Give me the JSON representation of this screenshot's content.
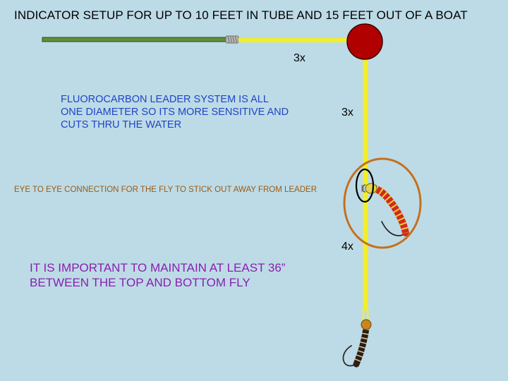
{
  "title": "INDICATOR SETUP FOR UP TO 10 FEET IN TUBE AND 15 FEET OUT OF A BOAT",
  "labels": {
    "tippet_top": "3x",
    "tippet_mid": "3x",
    "tippet_bottom": "4x"
  },
  "notes": {
    "fluorocarbon": "FLUOROCARBON LEADER SYSTEM IS ALL\nONE DIAMETER SO ITS MORE SENSITIVE AND\nCUTS THRU THE WATER",
    "eye_to_eye": "EYE TO EYE CONNECTION FOR THE FLY TO STICK OUT AWAY FROM LEADER",
    "important": "IT IS IMPORTANT TO MAINTAIN AT LEAST 36”\nBETWEEN THE TOP AND BOTTOM FLY"
  },
  "colors": {
    "background": "#bddbe6",
    "fly_line": "#5f8f3c",
    "leader": "#f2ee2a",
    "indicator": "#b00000",
    "highlight_circle": "#c5701e",
    "eye_highlight": "#000000",
    "top_fly_body": "#d22a1e",
    "bottom_fly_body": "#2b1d12",
    "bead": "#c8861f"
  }
}
